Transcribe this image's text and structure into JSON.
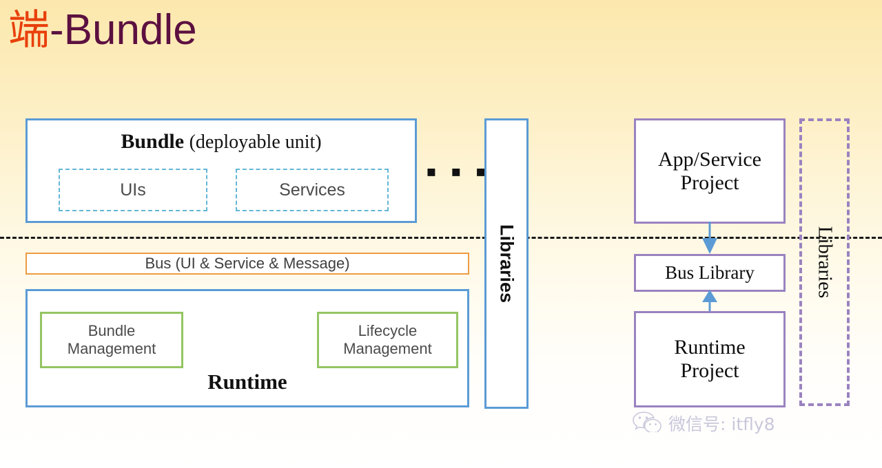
{
  "slide": {
    "title_cn": "端",
    "title_en": "-Bundle",
    "title_cn_color": "#e8400c",
    "title_en_color": "#5c1040",
    "background_top_color": "#fce8ad",
    "background_bottom_color": "#ffffff"
  },
  "divider": {
    "style": "dashed",
    "color": "#1a1a1a"
  },
  "left": {
    "bundle": {
      "title_strong": "Bundle",
      "title_light": "(deployable unit)",
      "border_color": "#5b9bd5",
      "children": [
        {
          "label": "UIs",
          "border_color": "#63b6d6",
          "border_style": "dashed"
        },
        {
          "label": "Services",
          "border_color": "#63b6d6",
          "border_style": "dashed"
        }
      ]
    },
    "ellipsis": "▪ ▪ ▪",
    "bus": {
      "label": "Bus (UI & Service & Message)",
      "border_color": "#ed9b42"
    },
    "runtime": {
      "label": "Runtime",
      "border_color": "#5b9bd5",
      "children": [
        {
          "label": "Bundle\nManagement",
          "line1": "Bundle",
          "line2": "Management",
          "border_color": "#94c563"
        },
        {
          "label": "Lifecycle\nManagement",
          "line1": "Lifecycle",
          "line2": "Management",
          "border_color": "#94c563"
        }
      ]
    },
    "libraries": {
      "label": "Libraries",
      "border_color": "#5b9bd5",
      "orientation": "vertical"
    }
  },
  "right": {
    "app_service_project": {
      "line1": "App/Service",
      "line2": "Project",
      "border_color": "#9a82c0"
    },
    "bus_library": {
      "label": "Bus Library",
      "border_color": "#9a82c0"
    },
    "runtime_project": {
      "line1": "Runtime",
      "line2": "Project",
      "border_color": "#9a82c0"
    },
    "libraries": {
      "label": "Libraries",
      "border_color": "#9a82c0",
      "border_style": "dashed",
      "orientation": "vertical"
    },
    "arrows": [
      {
        "name": "app-to-bus",
        "direction": "down",
        "color": "#5b9bd5"
      },
      {
        "name": "runtime-to-bus",
        "direction": "up",
        "color": "#5b9bd5"
      }
    ]
  },
  "watermark": {
    "text": "微信号: itfly8",
    "icon": "wechat-icon",
    "color": "#9f9bbf"
  }
}
